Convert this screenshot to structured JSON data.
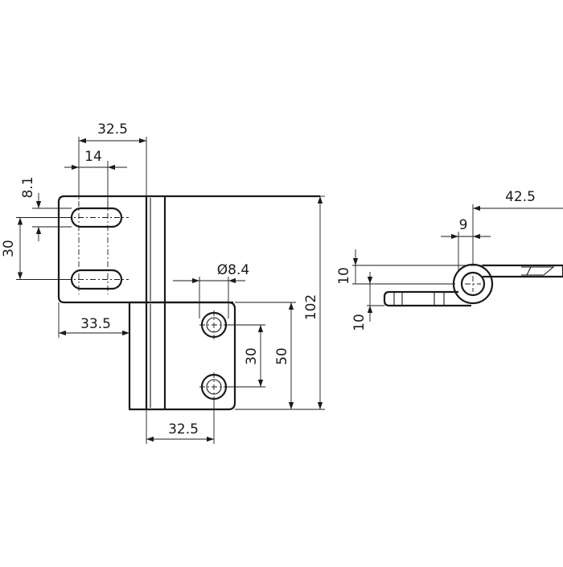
{
  "dimensions": {
    "top_width": "32.5",
    "slot_length": "14",
    "slot_width": "8.1",
    "slot_spacing": "30",
    "left_offset": "33.5",
    "hole_diameter": "Ø8.4",
    "hole_spacing": "30",
    "lower_height": "50",
    "total_height": "102",
    "bottom_width": "32.5",
    "side_length": "42.5",
    "side_pin": "9",
    "side_upper": "10",
    "side_lower": "10"
  }
}
